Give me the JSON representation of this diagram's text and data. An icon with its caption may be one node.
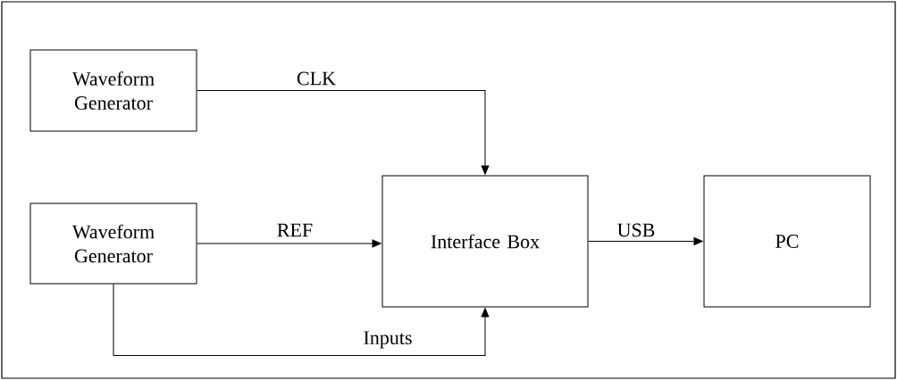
{
  "diagram": {
    "nodes": [
      {
        "text": [
          "Waveform Generator"
        ]
      },
      {
        "text": [
          "Waveform Generator"
        ]
      },
      {
        "text": [
          "Interface Box"
        ]
      },
      {
        "text": [
          "PC"
        ]
      }
    ],
    "edges": [
      {
        "from": 0,
        "to": 2,
        "arrow": "to",
        "label": "CLK"
      },
      {
        "from": 1,
        "to": 2,
        "arrow": "to",
        "label": "REF"
      },
      {
        "from": 2,
        "to": 3,
        "arrow": "to",
        "label": "USB"
      },
      {
        "from": 1,
        "to": 2,
        "arrow": "to",
        "label": "Inputs"
      }
    ]
  }
}
